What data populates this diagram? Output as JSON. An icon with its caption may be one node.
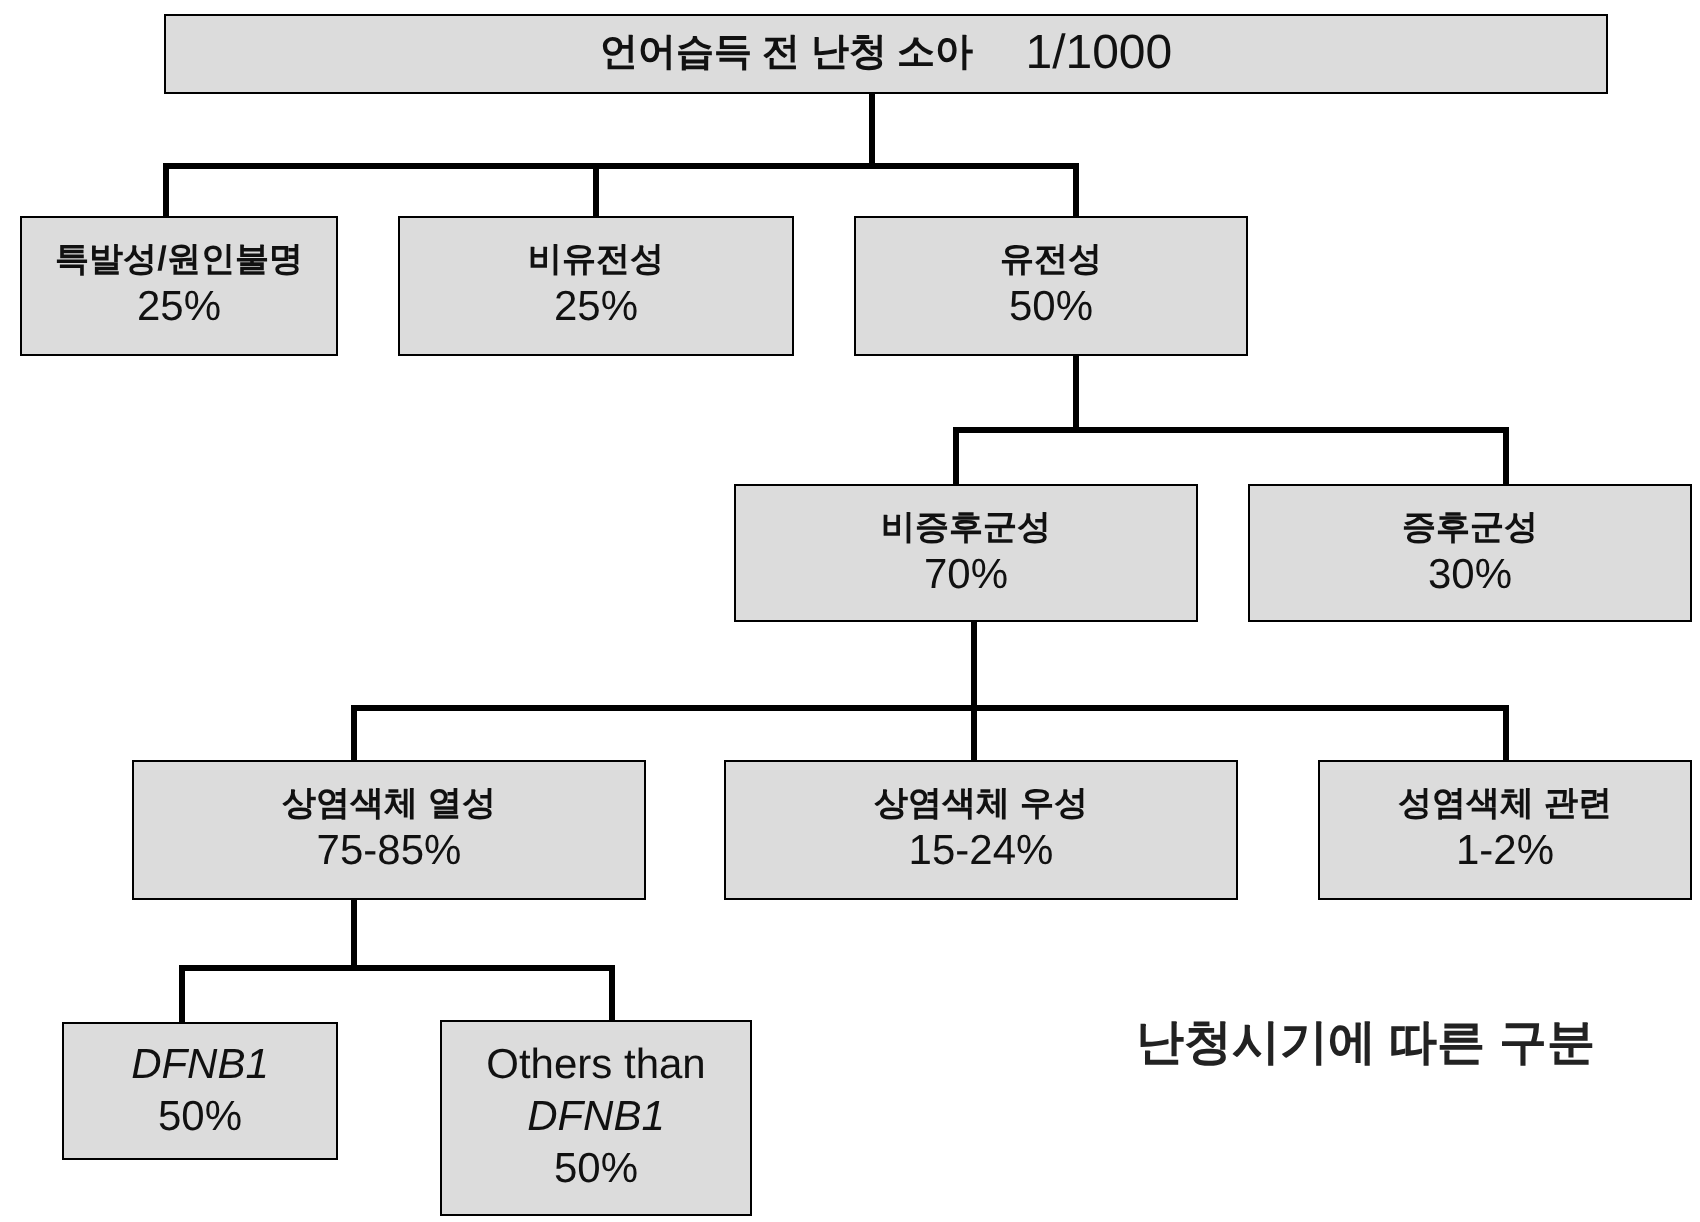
{
  "diagram": {
    "nodes": [
      {
        "text": [
          "언어습득 전 난청 소아",
          "1/1000"
        ]
      },
      {
        "text": [
          "특발성/원인불명",
          "25%"
        ]
      },
      {
        "text": [
          "비유전성",
          "25%"
        ]
      },
      {
        "text": [
          "유전성",
          "50%"
        ]
      },
      {
        "text": [
          "비증후군성",
          "70%"
        ]
      },
      {
        "text": [
          "증후군성",
          "30%"
        ]
      },
      {
        "text": [
          "상염색체 열성",
          "75-85%"
        ]
      },
      {
        "text": [
          "상염색체 우성",
          "15-24%"
        ]
      },
      {
        "text": [
          "성염색체 관련",
          "1-2%"
        ]
      },
      {
        "text": [
          "DFNB1",
          "50%"
        ]
      },
      {
        "text": [
          "Others than *DFNB1*",
          "50%"
        ]
      }
    ],
    "edges": [
      {
        "from": 0,
        "to": 1,
        "arrow": "none"
      },
      {
        "from": 0,
        "to": 2,
        "arrow": "none"
      },
      {
        "from": 0,
        "to": 3,
        "arrow": "none"
      },
      {
        "from": 3,
        "to": 4,
        "arrow": "none"
      },
      {
        "from": 3,
        "to": 5,
        "arrow": "none"
      },
      {
        "from": 4,
        "to": 6,
        "arrow": "none"
      },
      {
        "from": 4,
        "to": 7,
        "arrow": "none"
      },
      {
        "from": 4,
        "to": 8,
        "arrow": "none"
      },
      {
        "from": 6,
        "to": 9,
        "arrow": "none"
      },
      {
        "from": 6,
        "to": 10,
        "arrow": "none"
      }
    ],
    "labels": [
      "난청시기에 따른 구분"
    ]
  }
}
